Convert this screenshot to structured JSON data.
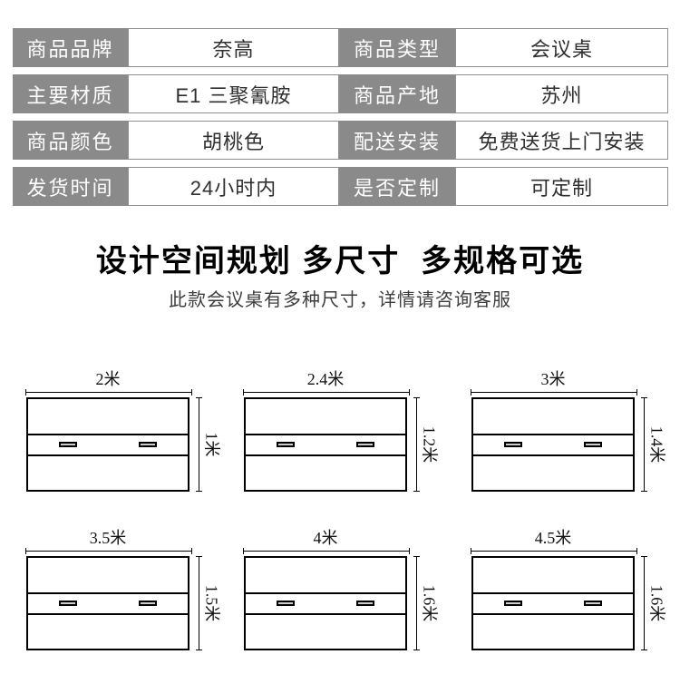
{
  "colors": {
    "label_bg": "#8a8a8a",
    "value_border": "#909090",
    "diagram_line": "#000000",
    "handle_fill": "#cccccc"
  },
  "spec_table": {
    "rows": [
      [
        "商品品牌",
        "奈高",
        "商品类型",
        "会议桌"
      ],
      [
        "主要材质",
        "E1 三聚氰胺",
        "商品产地",
        "苏州"
      ],
      [
        "商品颜色",
        "胡桃色",
        "配送安装",
        "免费送货上门安装"
      ],
      [
        "发货时间",
        "24小时内",
        "是否定制",
        "可定制"
      ]
    ]
  },
  "section": {
    "title": "设计空间规划 多尺寸  多规格可选",
    "subtitle": "此款会议桌有多种尺寸，详情请咨询客服"
  },
  "diagrams": [
    {
      "width_label": "2米",
      "height_label": "1米"
    },
    {
      "width_label": "2.4米",
      "height_label": "1.2米"
    },
    {
      "width_label": "3米",
      "height_label": "1.4米"
    },
    {
      "width_label": "3.5米",
      "height_label": "1.5米"
    },
    {
      "width_label": "4米",
      "height_label": "1.6米"
    },
    {
      "width_label": "4.5米",
      "height_label": "1.6米"
    }
  ]
}
